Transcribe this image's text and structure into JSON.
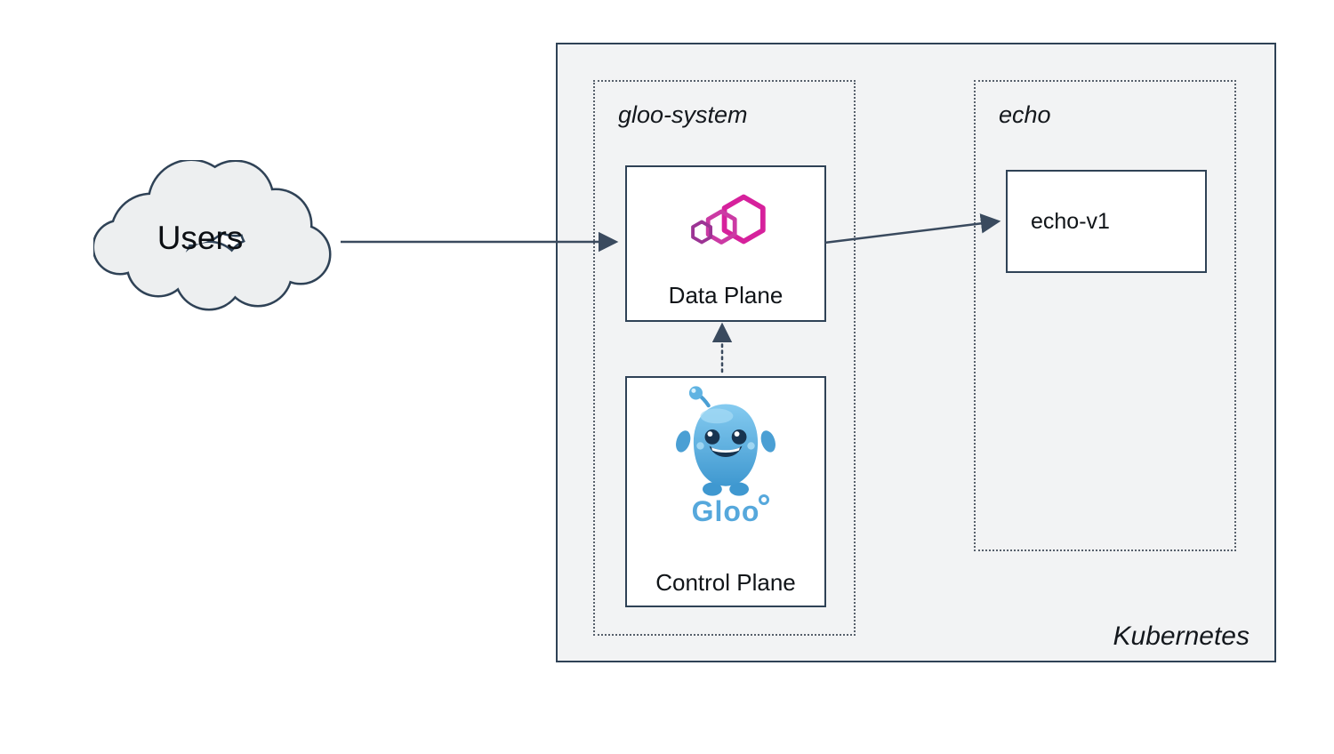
{
  "diagram": {
    "users_label": "Users",
    "cluster_label": "Kubernetes",
    "namespaces": [
      {
        "label": "gloo-system"
      },
      {
        "label": "echo"
      }
    ],
    "nodes": {
      "data_plane": "Data Plane",
      "control_plane": "Control Plane",
      "echo_v1": "echo-v1"
    },
    "logos": {
      "gloo_wordmark": "Gloo"
    },
    "connections": [
      {
        "from": "Users",
        "to": "Data Plane",
        "style": "solid-arrow"
      },
      {
        "from": "Data Plane",
        "to": "echo-v1",
        "style": "solid-arrow"
      },
      {
        "from": "Control Plane",
        "to": "Data Plane",
        "style": "dotted-arrow"
      }
    ],
    "colors": {
      "outline_navy": "#2f4256",
      "cluster_bg": "#f2f3f4",
      "node_bg": "#ffffff",
      "cloud_fill": "#edeff0",
      "gloo_magenta": "#d6219c",
      "gloo_pink": "#cb3aa4",
      "gloo_purple": "#9c3494",
      "gloo_blue": "#56a8dc"
    }
  }
}
